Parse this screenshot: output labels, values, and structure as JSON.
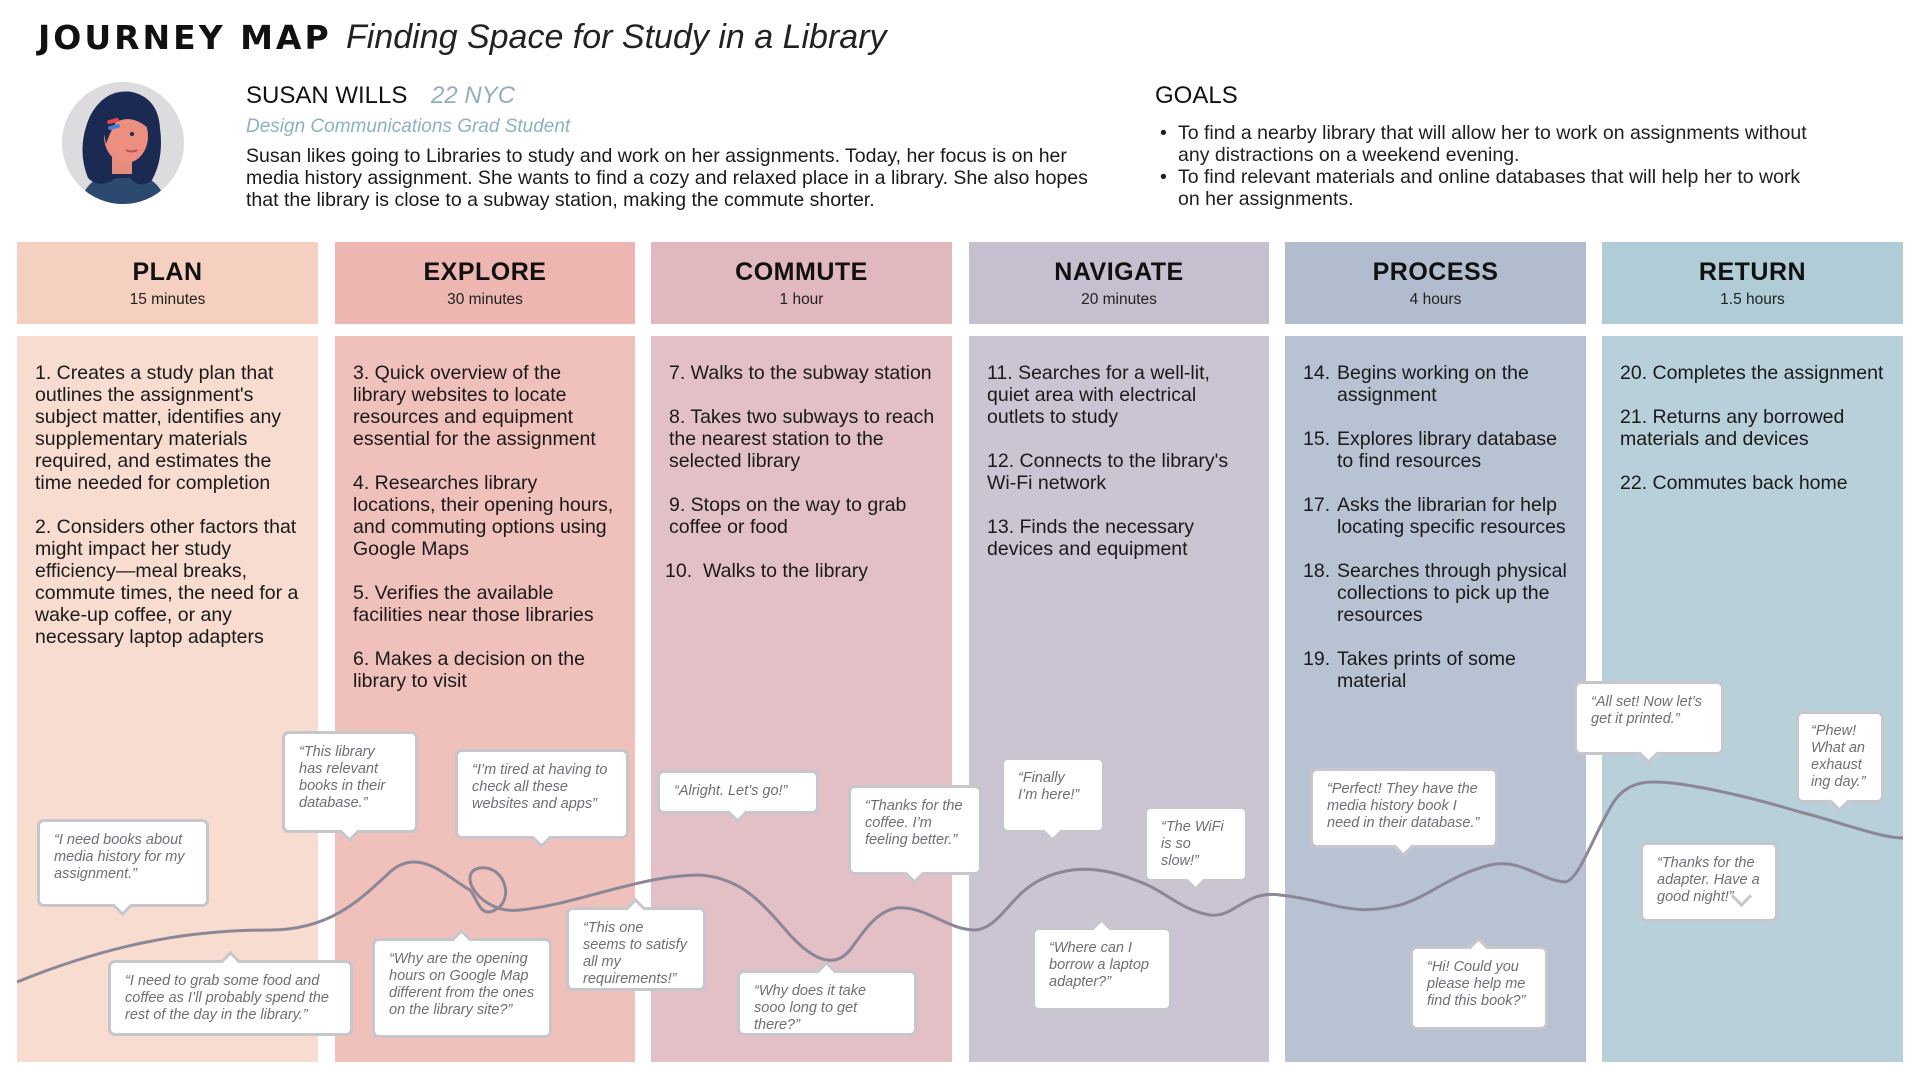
{
  "header": {
    "title": "JOURNEY MAP",
    "subtitle": "Finding Space for Study in a Library"
  },
  "persona": {
    "name": "SUSAN WILLS",
    "meta": "22 NYC",
    "role": "Design Communications Grad Student",
    "bio": "Susan likes going to Libraries to study and work on her assignments. Today, her focus is on her media history assignment. She wants to find a cozy and relaxed place in a library. She also hopes that the library is close to a subway station, making the commute shorter.",
    "avatar_icon": "woman-avatar-icon"
  },
  "goals": {
    "title": "GOALS",
    "items": [
      "To find a nearby library that will allow her to work on assignments without any distractions on a weekend evening.",
      "To find relevant materials and online databases that will help her to work on her assignments."
    ]
  },
  "stages": [
    {
      "name": "PLAN",
      "duration": "15 minutes",
      "color_head": "#f5d0c0",
      "color_body": "#f7dccf",
      "steps": [
        "1. Creates a study plan that outlines the assignment's subject matter, identifies any supplementary materials required, and estimates the time needed for completion",
        "2. Considers other factors that might impact her study efficiency—meal breaks, commute times, the need for a wake-up coffee, or any necessary laptop adapters"
      ]
    },
    {
      "name": "EXPLORE",
      "duration": "30 minutes",
      "color_head": "#eeb6b0",
      "color_body": "#f0c0ba",
      "steps": [
        "3. Quick overview of the library websites to locate resources and equipment essential for the assignment",
        "4. Researches library locations, their opening hours, and commuting options using Google Maps",
        "5. Verifies the available facilities near those libraries",
        "6. Makes a decision on the library to visit"
      ]
    },
    {
      "name": "COMMUTE",
      "duration": "1 hour",
      "color_head": "#e0b8be",
      "color_body": "#e3c0c5",
      "steps": [
        "7. Walks to the subway station",
        "8. Takes two subways to reach the nearest station to the selected library",
        "9. Stops on the way to grab coffee or food",
        "10.  Walks to the library"
      ]
    },
    {
      "name": "NAVIGATE",
      "duration": "20 minutes",
      "color_head": "#c6bfcf",
      "color_body": "#cbc4d2",
      "steps": [
        "11. Searches for a well-lit, quiet area with electrical outlets to study",
        "12. Connects to the library's Wi-Fi network",
        "13. Finds the necessary devices and equipment"
      ]
    },
    {
      "name": "PROCESS",
      "duration": "4 hours",
      "color_head": "#b1bccf",
      "color_body": "#b7c2d3",
      "steps": [
        {
          "n": "14.",
          "t": "Begins working on the assignment"
        },
        {
          "n": "15.",
          "t": "Explores library database to find resources"
        },
        {
          "n": "17.",
          "t": "Asks the librarian for help locating specific resources"
        },
        {
          "n": "18.",
          "t": "Searches through physical collections to pick up the resources"
        },
        {
          "n": "19.",
          "t": "Takes prints of some material"
        }
      ]
    },
    {
      "name": "RETURN",
      "duration": "1.5 hours",
      "color_head": "#b0ccd6",
      "color_body": "#b7d0da",
      "steps": [
        "20. Completes the assignment",
        "21. Returns any borrowed materials and devices",
        "22. Commutes back home"
      ]
    }
  ],
  "quotes": [
    "“I need books about media history for my assignment.”",
    "“I need to grab some food and coffee as I’ll probably spend the rest of the day in the library.”",
    "“This library has relevant books in their database.”",
    "“I’m tired at having to check all these websites and apps”",
    "“Why are the opening hours on Google Map different from the ones on the library site?”",
    "“This one seems to satisfy all my requirements!”",
    "“Alright. Let’s go!”",
    "“Why does it take sooo long to get there?”",
    "“Thanks for the coffee. I’m feeling better.”",
    "“Finally I’m here!”",
    "“Where can I borrow a laptop adapter?”",
    "“The WiFi is so slow!”",
    "“Perfect! They have the media history book I need in their database.”",
    "“Hi! Could you please help me find this book?”",
    "“All set! Now let’s get it printed.”",
    "“Thanks for the adapter. Have a good night!”",
    "“Phew! What an exhaust ing day.”"
  ],
  "colors": {
    "curve": "#8c8796",
    "bubble_border": "#c6c6cc",
    "quote_text": "#6e6e78",
    "persona_accent": "#93adbd"
  }
}
